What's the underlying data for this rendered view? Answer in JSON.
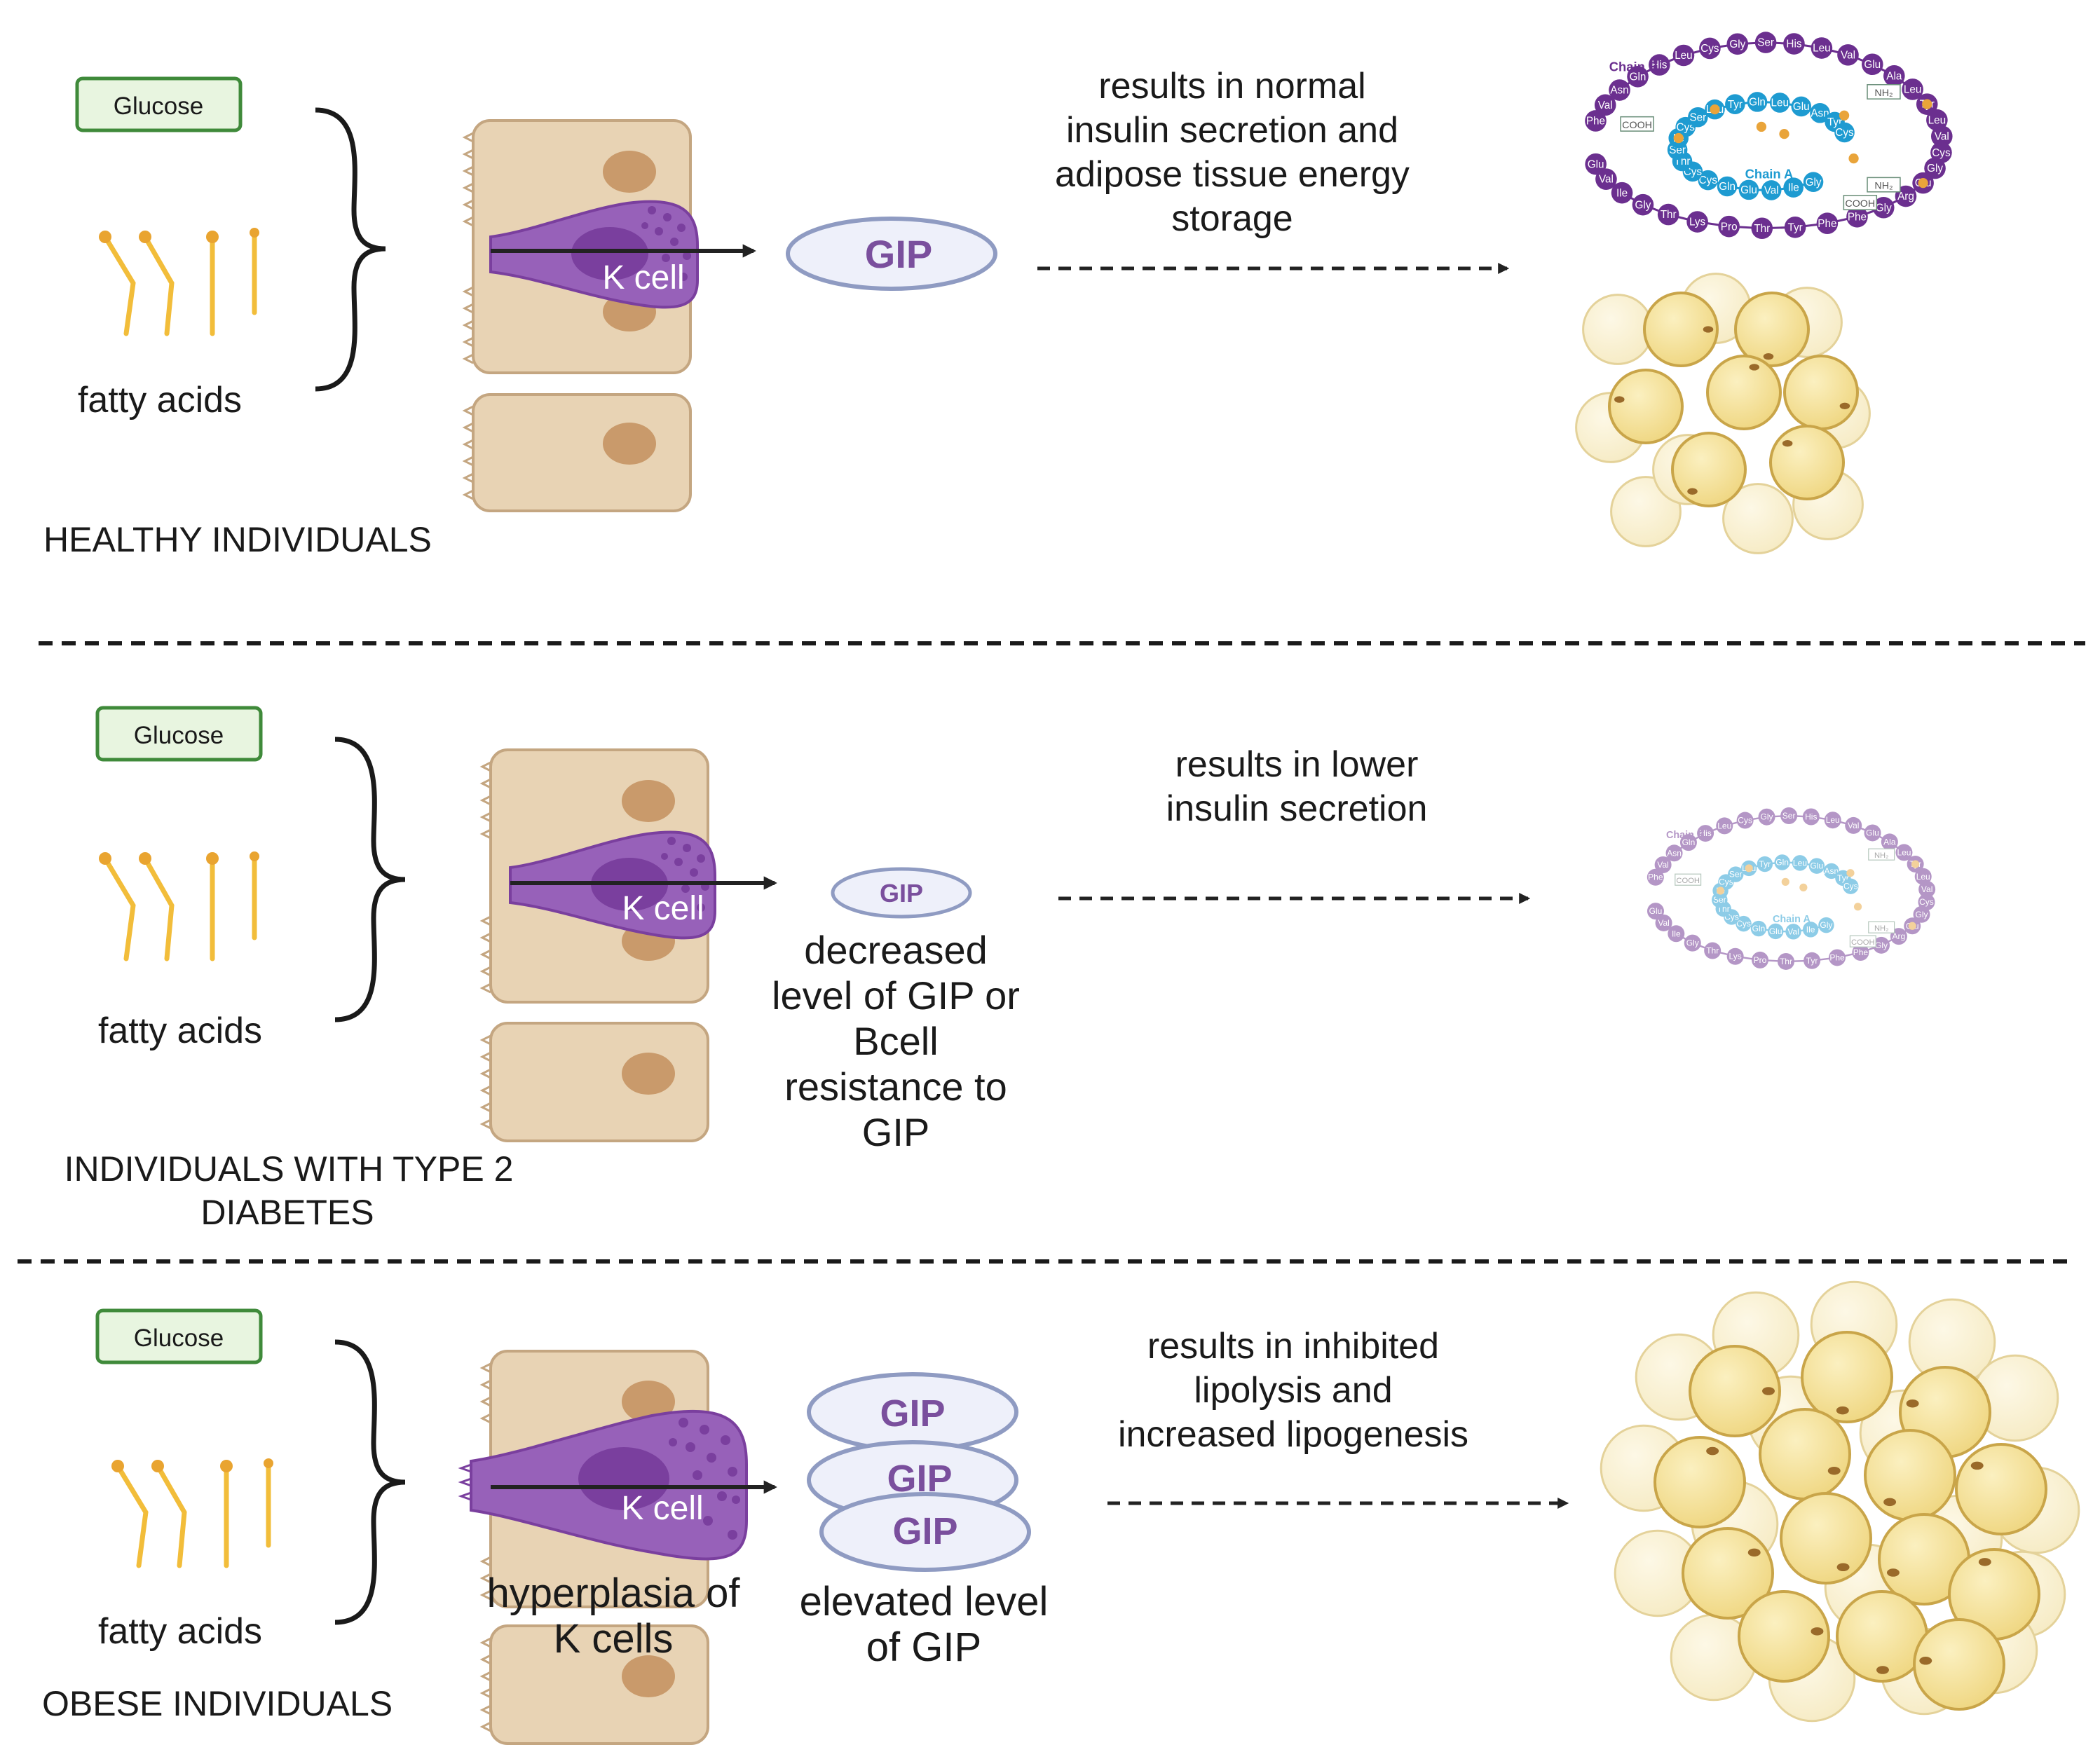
{
  "colors": {
    "glucose_fill": "#e8f5e0",
    "glucose_stroke": "#3f8a3a",
    "fatty_acid": "#f2bd3a",
    "cell_fill": "#e8d3b4",
    "cell_stroke": "#c4a681",
    "nucleus": "#c99a6b",
    "k_cell": "#9761b9",
    "k_cell_dark": "#7a3f9e",
    "gip_fill": "#eef0fa",
    "gip_stroke": "#8f9bc2",
    "gip_text": "#7a4f9d",
    "chain_b": "#6b2f8f",
    "chain_a": "#1e9bd1",
    "disulfide": "#e9a43a",
    "adipocyte": "#f3df97",
    "adipocyte_stroke": "#c9a549"
  },
  "panels": [
    {
      "id": "healthy",
      "glucose": "Glucose",
      "fatty_acids": "fatty acids",
      "title": [
        "HEALTHY INDIVIDUALS"
      ],
      "k_cell": "K cell",
      "gip": [
        "GIP"
      ],
      "note": [],
      "gip_note": [],
      "result": [
        "results in normal",
        "insulin secretion and",
        "adipose tissue energy",
        "storage"
      ]
    },
    {
      "id": "type2",
      "glucose": "Glucose",
      "fatty_acids": "fatty acids",
      "title": [
        "INDIVIDUALS WITH TYPE 2",
        "DIABETES"
      ],
      "k_cell": "K cell",
      "gip": [
        "GIP"
      ],
      "note": [],
      "gip_note": [
        "decreased",
        "level of GIP or",
        "Bcell",
        "resistance to",
        "GIP"
      ],
      "result": [
        "results in lower",
        "insulin secretion"
      ]
    },
    {
      "id": "obese",
      "glucose": "Glucose",
      "fatty_acids": "fatty acids",
      "title": [
        "OBESE INDIVIDUALS"
      ],
      "k_cell": "K cell",
      "gip": [
        "GIP",
        "GIP",
        "GIP"
      ],
      "note": [
        "hyperplasia of",
        "K cells"
      ],
      "gip_note": [
        "elevated level",
        "of GIP"
      ],
      "result": [
        "results in inhibited",
        "lipolysis and",
        "increased lipogenesis"
      ]
    }
  ],
  "insulin": {
    "chain_b": "Chain B",
    "chain_a": "Chain A",
    "cooh": "COOH",
    "nh2": "NH₂",
    "residues": [
      "Phe",
      "Val",
      "Asn",
      "Gln",
      "His",
      "Leu",
      "Cys",
      "Gly",
      "Ser",
      "His",
      "Leu",
      "Val",
      "Glu",
      "Ala",
      "Leu",
      "Tyr",
      "Leu",
      "Val",
      "Cys",
      "Gly",
      "Glu",
      "Arg",
      "Gly",
      "Phe",
      "Phe",
      "Tyr",
      "Thr",
      "Pro",
      "Lys",
      "Thr",
      "Gly",
      "Ile",
      "Val",
      "Glu",
      "Gln",
      "Cys",
      "Cys",
      "Thr",
      "Ser",
      "Ile",
      "Cys",
      "Ser",
      "Leu",
      "Tyr",
      "Gln",
      "Leu",
      "Glu",
      "Asn",
      "Tyr",
      "Cys",
      "Asn"
    ]
  }
}
